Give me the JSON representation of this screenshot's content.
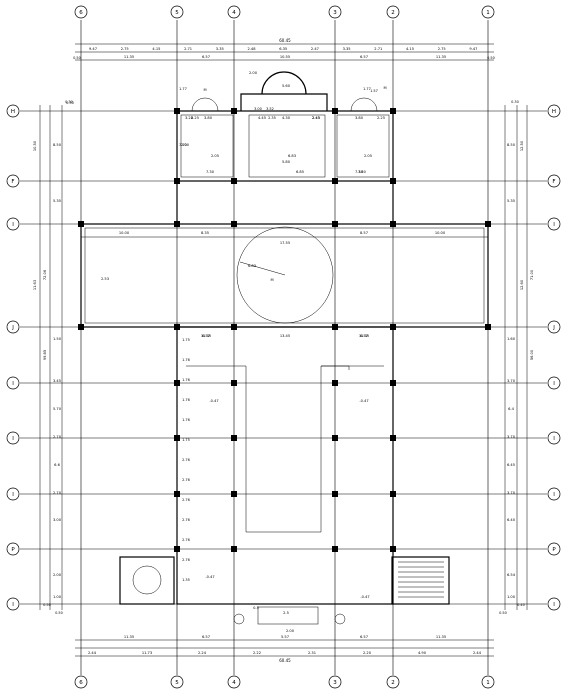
{
  "grid": {
    "vertical": [
      {
        "label": "6"
      },
      {
        "label": "5"
      },
      {
        "label": "4"
      },
      {
        "label": "3"
      },
      {
        "label": "2"
      },
      {
        "label": "1"
      }
    ],
    "horizontal": [
      {
        "label": "H"
      },
      {
        "label": "F"
      },
      {
        "label": "I"
      },
      {
        "label": "J"
      },
      {
        "label": "I"
      },
      {
        "label": "I"
      },
      {
        "label": "I"
      },
      {
        "label": "P"
      },
      {
        "label": "I"
      }
    ]
  },
  "dimensions": {
    "top_overall": "60.45",
    "top_row1": [
      "9.47",
      "2.75",
      "4.15",
      "2.71",
      "3.35",
      "2.48",
      "6.35",
      "2.47",
      "3.35",
      "2.71",
      "4.15",
      "2.75",
      "9.47"
    ],
    "top_row2": [
      "11.35",
      "6.57",
      "10.55",
      "6.57",
      "11.35"
    ],
    "top_ends": [
      "0.50",
      "0.50"
    ],
    "bottom_row1": [
      "11.35",
      "6.57",
      "5.57",
      "6.57",
      "11.35"
    ],
    "bottom_row2": [
      "2.44",
      "11.73",
      "2.24",
      "2.22",
      "2.31",
      "2.20",
      "4.90",
      "2.44"
    ],
    "bottom_overall": "60.45",
    "left_outer": [
      "10.50",
      "72.06",
      "11.63",
      "99.85"
    ],
    "left_inner": [
      "8.50",
      "5.35",
      "1.50",
      "3.45",
      "5.70",
      "2.70",
      "6.6",
      "2.70",
      "3.00",
      "2.00",
      "1.00"
    ],
    "right_outer": [
      "12.50",
      "71.00",
      "12.60",
      "56.00"
    ],
    "right_inner": [
      "8.50",
      "5.35",
      "1.60",
      "3.70",
      "6.4",
      "3.70",
      "6.45",
      "3.70",
      "6.40",
      "6.54",
      "1.00"
    ],
    "corner_marks": [
      "0.30",
      "0.30",
      "0.50",
      "0.50",
      "0.50",
      "0.40"
    ]
  },
  "labels": {
    "top_rooms": [
      "2.25",
      "5.60",
      "2.25",
      "3.80",
      "3.80",
      "2.00",
      "4.30",
      "2.45",
      "7.30",
      "2.45",
      "7.30",
      "4.45",
      "5.80",
      "6.85"
    ],
    "room_marks": [
      "2.05",
      "6.83",
      "2.05",
      "3.28",
      "2.00",
      "M",
      "M"
    ],
    "hall_dims": [
      "10.00",
      "8.35",
      "17.55",
      "8.57",
      "10.00",
      "11.35",
      "6.57",
      "11.35",
      "6.57",
      "13.45"
    ],
    "dome_label": "6.83",
    "dome_tag": "M",
    "side_marks": [
      "1.75",
      "1.76",
      "1.76",
      "1.76",
      "1.76",
      "1.75",
      "2.76",
      "2.76",
      "2.76",
      "2.76",
      "2.76",
      "2.76",
      "1.35"
    ],
    "elev": [
      "-0.47",
      "-0.47",
      "-0.47",
      "-0.47"
    ],
    "entrance": [
      "2.5",
      "2.00",
      "0.5",
      "2.53"
    ],
    "misc": [
      "1.77",
      "3.70",
      "1.77",
      "1.57",
      "2.35",
      "3.00",
      "3.52",
      "3.50",
      "0.30"
    ]
  }
}
